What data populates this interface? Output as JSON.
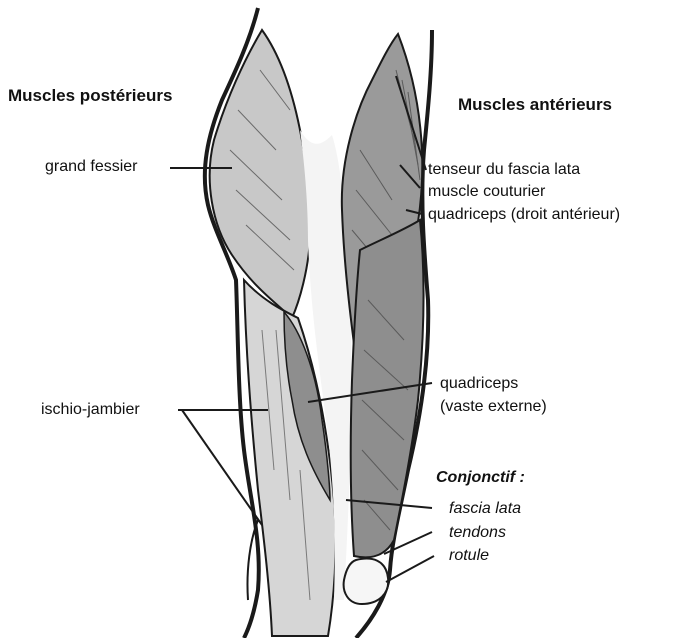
{
  "headings": {
    "posterior": "Muscles postérieurs",
    "anterior": "Muscles antérieurs",
    "connective": "Conjonctif :"
  },
  "labels": {
    "gluteus": "grand fessier",
    "hamstring": "ischio-jambier",
    "tensor": "tenseur du fascia lata",
    "sartorius": "muscle couturier",
    "rectus": "quadriceps (droit antérieur)",
    "vastus_line1": "quadriceps",
    "vastus_line2": "(vaste externe)",
    "fascia": "fascia lata",
    "tendons": "tendons",
    "patella": "rotule"
  },
  "colors": {
    "posterior_muscle": "#c8c8c8",
    "anterior_muscle": "#8e8e8e",
    "outline": "#1a1a1a",
    "skin": "#ffffff"
  }
}
